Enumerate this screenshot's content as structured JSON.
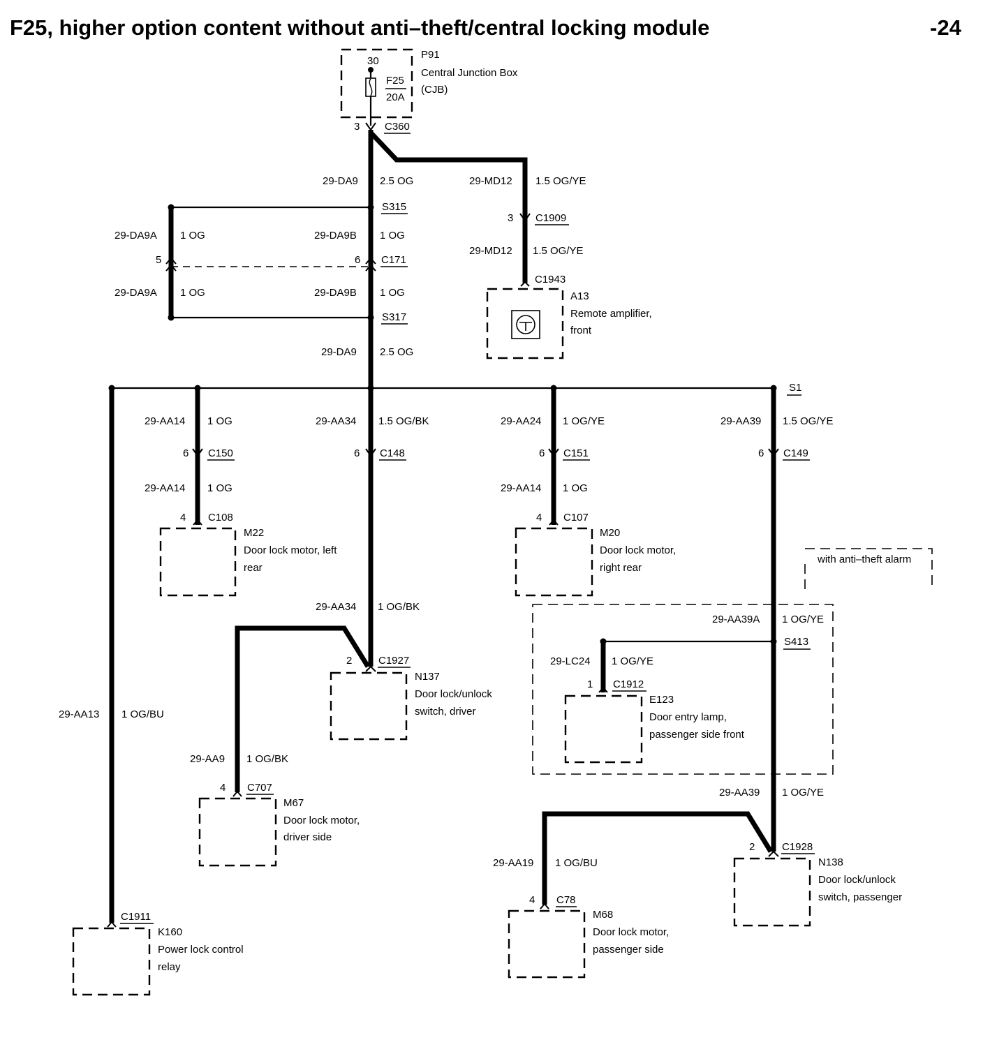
{
  "title": "F25, higher option content without anti–theft/central locking module",
  "page_number": "-24",
  "fuse_box": {
    "pin": "30",
    "id": "P91",
    "name": "Central Junction Box",
    "abbr": "(CJB)",
    "fuse": "F25",
    "rating": "20A",
    "out_pin": "3",
    "connector": "C360"
  },
  "wires": {
    "da9_top": {
      "circuit": "29-DA9",
      "spec": "2.5 OG"
    },
    "md12_a": {
      "circuit": "29-MD12",
      "spec": "1.5 OG/YE"
    },
    "md12_b": {
      "circuit": "29-MD12",
      "spec": "1.5 OG/YE"
    },
    "da9a_1": {
      "circuit": "29-DA9A",
      "spec": "1 OG"
    },
    "da9b_1": {
      "circuit": "29-DA9B",
      "spec": "1 OG"
    },
    "da9a_2": {
      "circuit": "29-DA9A",
      "spec": "1 OG"
    },
    "da9b_2": {
      "circuit": "29-DA9B",
      "spec": "1 OG"
    },
    "da9_bottom": {
      "circuit": "29-DA9",
      "spec": "2.5 OG"
    },
    "aa14_a": {
      "circuit": "29-AA14",
      "spec": "1 OG"
    },
    "aa14_b": {
      "circuit": "29-AA14",
      "spec": "1 OG"
    },
    "aa34_a": {
      "circuit": "29-AA34",
      "spec": "1.5 OG/BK"
    },
    "aa34_b": {
      "circuit": "29-AA34",
      "spec": "1 OG/BK"
    },
    "aa24": {
      "circuit": "29-AA24",
      "spec": "1 OG/YE"
    },
    "aa14_c": {
      "circuit": "29-AA14",
      "spec": "1 OG"
    },
    "aa39_a": {
      "circuit": "29-AA39",
      "spec": "1.5 OG/YE"
    },
    "aa39a": {
      "circuit": "29-AA39A",
      "spec": "1 OG/YE"
    },
    "lc24": {
      "circuit": "29-LC24",
      "spec": "1 OG/YE"
    },
    "aa39_b": {
      "circuit": "29-AA39",
      "spec": "1 OG/YE"
    },
    "aa13": {
      "circuit": "29-AA13",
      "spec": "1 OG/BU"
    },
    "aa9": {
      "circuit": "29-AA9",
      "spec": "1 OG/BK"
    },
    "aa19": {
      "circuit": "29-AA19",
      "spec": "1 OG/BU"
    }
  },
  "splices": {
    "s315": "S315",
    "s317": "S317",
    "s1": "S1",
    "s413": "S413"
  },
  "connectors": {
    "c1909": {
      "pin": "3",
      "name": "C1909"
    },
    "c171": {
      "pin_left": "5",
      "pin_right": "6",
      "name": "C171"
    },
    "c1943": {
      "name": "C1943"
    },
    "c150": {
      "pin": "6",
      "name": "C150"
    },
    "c148": {
      "pin": "6",
      "name": "C148"
    },
    "c151": {
      "pin": "6",
      "name": "C151"
    },
    "c149": {
      "pin": "6",
      "name": "C149"
    },
    "c108": {
      "pin": "4",
      "name": "C108"
    },
    "c107": {
      "pin": "4",
      "name": "C107"
    },
    "c1927": {
      "pin": "2",
      "name": "C1927"
    },
    "c1912": {
      "pin": "1",
      "name": "C1912"
    },
    "c707": {
      "pin": "4",
      "name": "C707"
    },
    "c1928": {
      "pin": "2",
      "name": "C1928"
    },
    "c78": {
      "pin": "4",
      "name": "C78"
    },
    "c1911": {
      "name": "C1911"
    }
  },
  "components": {
    "a13": {
      "id": "A13",
      "line1": "Remote amplifier,",
      "line2": "front"
    },
    "m22": {
      "id": "M22",
      "line1": "Door lock motor, left",
      "line2": "rear"
    },
    "m20": {
      "id": "M20",
      "line1": "Door lock motor,",
      "line2": "right rear"
    },
    "n137": {
      "id": "N137",
      "line1": "Door lock/unlock",
      "line2": "switch, driver"
    },
    "e123": {
      "id": "E123",
      "line1": "Door entry lamp,",
      "line2": "passenger side front"
    },
    "m67": {
      "id": "M67",
      "line1": "Door lock motor,",
      "line2": "driver side"
    },
    "n138": {
      "id": "N138",
      "line1": "Door lock/unlock",
      "line2": "switch, passenger"
    },
    "m68": {
      "id": "M68",
      "line1": "Door lock motor,",
      "line2": "passenger side"
    },
    "k160": {
      "id": "K160",
      "line1": "Power lock control",
      "line2": "relay"
    }
  },
  "option_note": "with anti–theft alarm"
}
